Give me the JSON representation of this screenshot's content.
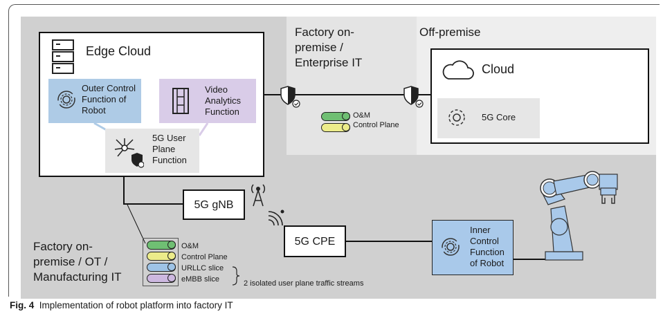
{
  "zones": {
    "ot": "Factory on-\npremise / OT /\nManufacturing IT",
    "it": "Factory on-\npremise /\nEnterprise IT",
    "off": "Off-premise"
  },
  "edge_cloud": {
    "title": "Edge Cloud",
    "outer_control": "Outer Control\nFunction of\nRobot",
    "video": "Video\nAnalytics\nFunction",
    "upf": "5G User\nPlane\nFunction"
  },
  "cloud": {
    "title": "Cloud",
    "core": "5G Core"
  },
  "om_control_plane": "O&M\nControl Plane",
  "gnb": "5G gNB",
  "cpe": "5G CPE",
  "inner_control": "Inner\nControl\nFunction\nof Robot",
  "slices": {
    "om": "O&M",
    "control": "Control Plane",
    "urllc": "URLLC slice",
    "embb": "eMBB slice",
    "note": "2 isolated user plane traffic streams"
  },
  "caption": {
    "fig": "Fig. 4",
    "text": "Implementation of robot platform into factory IT"
  },
  "colors": {
    "green": "#6fbf73",
    "yellow": "#ecec8a",
    "blue": "#9ec3e6",
    "purple": "#cdb8e0",
    "outer_control_bg": "#aecbe6",
    "video_bg": "#d9cce8",
    "robot_blue": "#a9c9ea"
  },
  "icons": [
    "server-icon",
    "cloud-icon",
    "gear-icon",
    "film-icon",
    "network-hub-icon",
    "shield-check-icon",
    "antenna-icon",
    "wifi-icon",
    "robot-arm-icon"
  ]
}
